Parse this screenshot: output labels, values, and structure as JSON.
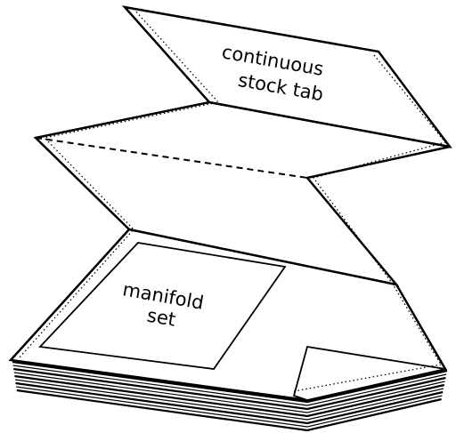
{
  "diagram": {
    "labels": {
      "continuous_line1": "continuous",
      "continuous_line2": "stock tab",
      "manifold_line1": "manifold",
      "manifold_line2": "set"
    },
    "colors": {
      "stroke": "#000000",
      "paper": "#ffffff"
    }
  }
}
